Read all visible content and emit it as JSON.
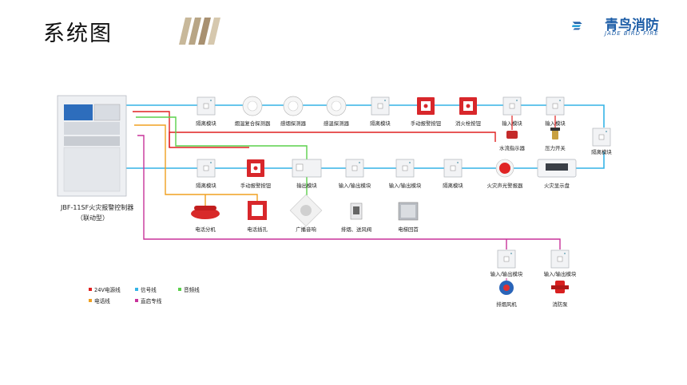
{
  "title": "系统图",
  "brand": {
    "name": "青鸟消防",
    "sub": "JADE BIRD FIRE"
  },
  "controller": {
    "line1": "JBF-11SF火灾报警控制器",
    "line2": "（联动型）"
  },
  "row1": [
    "隔离模块",
    "烟温复合探测器",
    "感烟探测器",
    "感温探测器",
    "隔离模块",
    "手动报警按钮",
    "消火栓按钮",
    "输入模块",
    "输入模块"
  ],
  "row1_sub": [
    "水流指示器",
    "压力开关"
  ],
  "right_module": "隔离模块",
  "row2": [
    "隔离模块",
    "手动报警按钮",
    "输出模块",
    "输入/输出模块",
    "输入/输出模块",
    "隔离模块",
    "火灾声光警报器",
    "火灾显示盘"
  ],
  "row3": [
    "电话分机",
    "电话插孔",
    "广播音响",
    "排烟、送风阀",
    "电梯回首"
  ],
  "row4": [
    "输入/输出模块",
    "输入/输出模块"
  ],
  "row4_sub": [
    "排烟风机",
    "消防泵"
  ],
  "legend": [
    {
      "label": "24V电源线",
      "color": "#e02020"
    },
    {
      "label": "信号线",
      "color": "#35b4e6"
    },
    {
      "label": "音频线",
      "color": "#5ad04a"
    },
    {
      "label": "电话线",
      "color": "#f0a020"
    },
    {
      "label": "直启专线",
      "color": "#c8329a"
    }
  ]
}
